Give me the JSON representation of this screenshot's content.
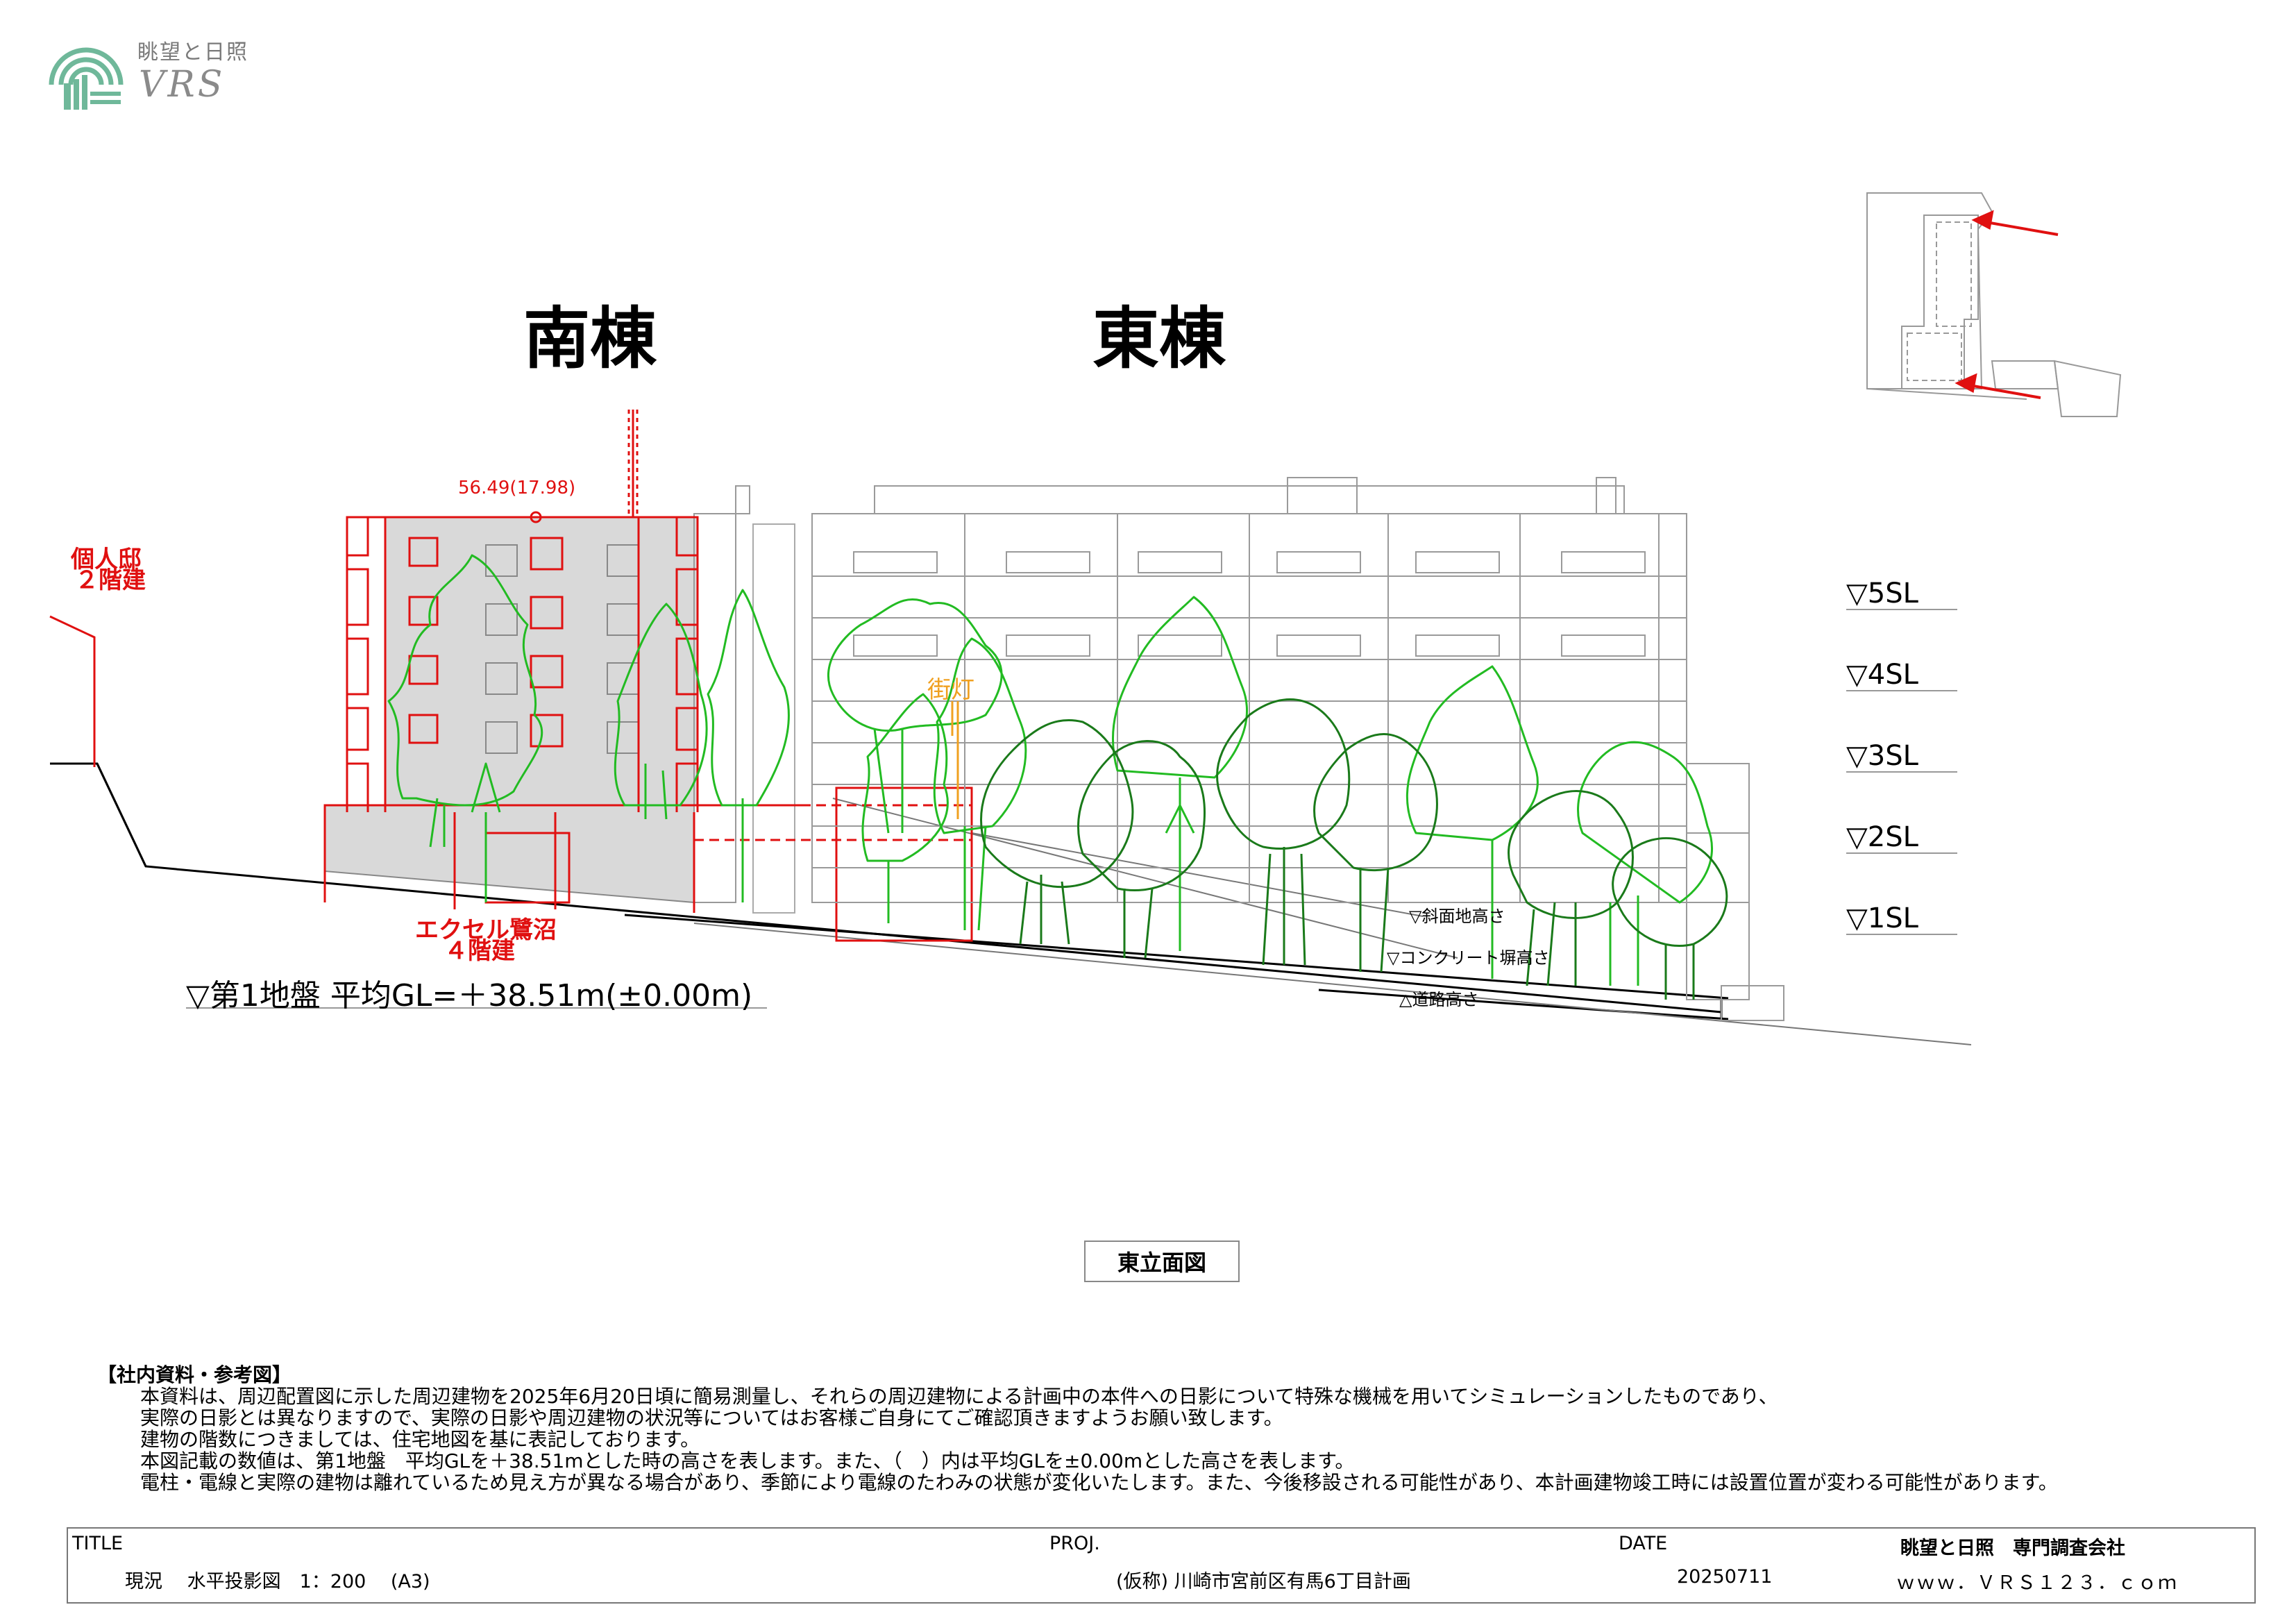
{
  "logo": {
    "title": "眺望と日照",
    "brand": "VRS"
  },
  "buildings": {
    "south": "南棟",
    "east": "東棟"
  },
  "annotations": {
    "private_house_line1": "個人邸",
    "private_house_line2": "２階建",
    "excel_line1": "エクセル鷺沼",
    "excel_line2": "４階建",
    "height_value": "56.49(17.98)",
    "street_lamp": "街灯",
    "slope_height": "▽斜面地高さ",
    "concrete_wall_height": "▽コンクリート塀高さ",
    "road_height": "△道路高さ",
    "ground_level": "▽第1地盤 平均GL=＋38.51m(±0.00m)"
  },
  "levels": [
    "▽5SL",
    "▽4SL",
    "▽3SL",
    "▽2SL",
    "▽1SL"
  ],
  "caption": "東立面図",
  "notes": {
    "heading": "【社内資料・参考図】",
    "lines": [
      "本資料は、周辺配置図に示した周辺建物を2025年6月20日頃に簡易測量し、それらの周辺建物による計画中の本件への日影について特殊な機械を用いてシミュレーションしたものであり、",
      "実際の日影とは異なりますので、実際の日影や周辺建物の状況等についてはお客様ご自身にてご確認頂きますようお願い致します。",
      "建物の階数につきましては、住宅地図を基に表記しております。",
      "本図記載の数値は、第1地盤　平均GLを＋38.51mとした時の高さを表します。また、（　）内は平均GLを±0.00mとした高さを表します。",
      "電柱・電線と実際の建物は離れているため見え方が異なる場合があり、季節により電線のたわみの状態が変化いたします。また、今後移設される可能性があり、本計画建物竣工時には設置位置が変わる可能性があります。"
    ]
  },
  "title_block": {
    "title_label": "TITLE",
    "title_value": "現況　 水平投影図　1：200　 (A3)",
    "proj_label": "PROJ.",
    "proj_value": "(仮称) 川崎市宮前区有馬6丁目計画",
    "date_label": "DATE",
    "date_value": "20250711",
    "company": "眺望と日照　専門調査会社",
    "url": "ｗｗｗ．ＶＲＳ１２３．ｃｏｍ"
  },
  "colors": {
    "red": "#e01010",
    "green": "#22bb22",
    "dark_green": "#1a7a1a",
    "orange": "#f0a020",
    "gray_fill": "#d9d9d9"
  },
  "icons": [
    "vrs-logo-icon",
    "arrow-icon"
  ]
}
